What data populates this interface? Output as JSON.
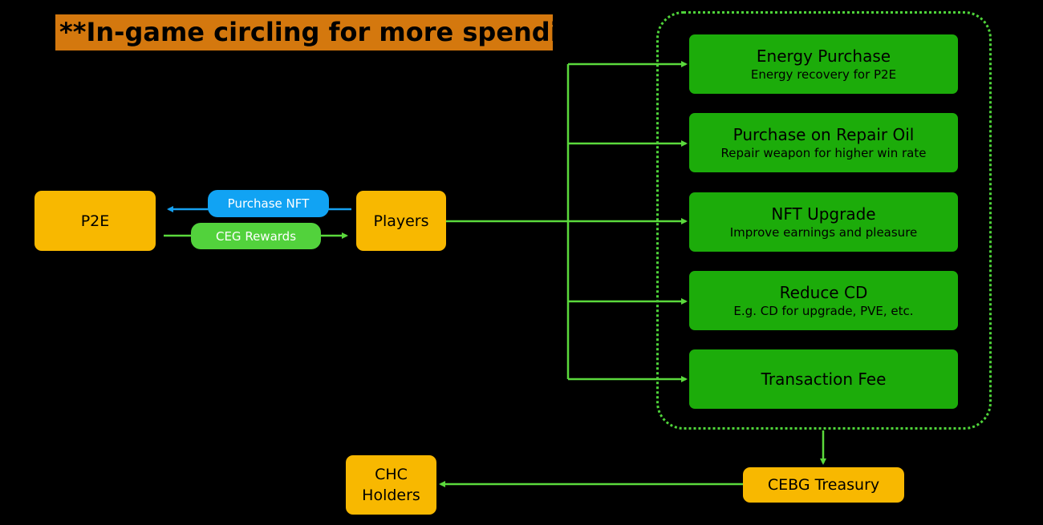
{
  "title": "**In-game circling for more spending**",
  "nodes": {
    "p2e": "P2E",
    "players": "Players",
    "chc_holders_line1": "CHC",
    "chc_holders_line2": "Holders",
    "cebg_treasury": "CEBG Treasury"
  },
  "flows": {
    "purchase_nft": "Purchase NFT",
    "ceg_rewards": "CEG Rewards"
  },
  "spending": [
    {
      "title": "Energy Purchase",
      "subtitle": "Energy recovery for P2E"
    },
    {
      "title": "Purchase on Repair Oil",
      "subtitle": "Repair weapon for higher win rate"
    },
    {
      "title": "NFT Upgrade",
      "subtitle": "Improve earnings and pleasure"
    },
    {
      "title": "Reduce CD",
      "subtitle": "E.g. CD for upgrade, PVE, etc."
    },
    {
      "title": "Transaction Fee",
      "subtitle": ""
    }
  ],
  "colors": {
    "background": "#000000",
    "title_bg": "#d4780e",
    "node": "#f8b800",
    "spend_box": "#1cac0a",
    "arrow_green": "#5bd93c",
    "arrow_blue": "#16a0f0",
    "pill_blue": "#11a3f3",
    "pill_green": "#52d23c"
  }
}
